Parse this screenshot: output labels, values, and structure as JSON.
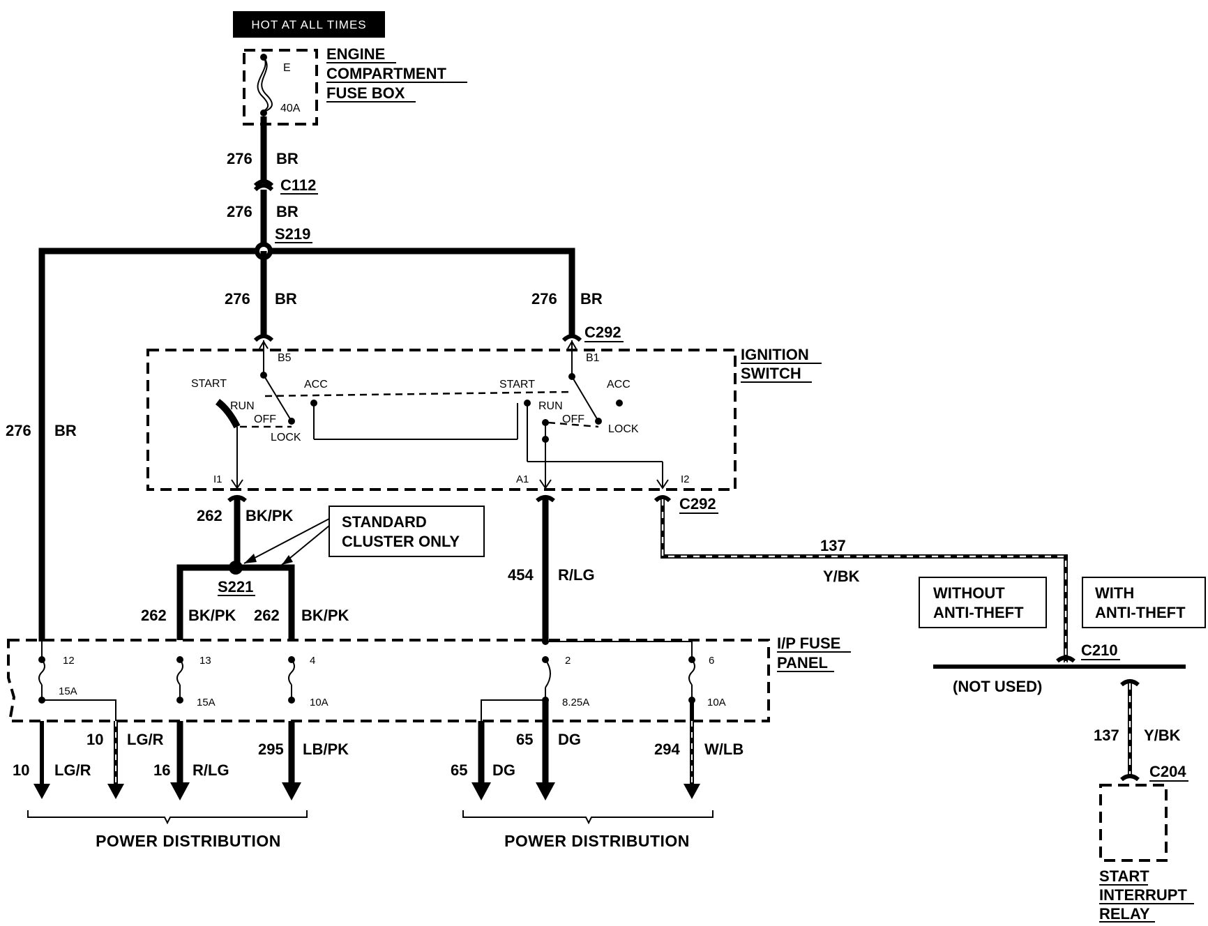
{
  "header": {
    "hot_label": "HOT AT ALL TIMES"
  },
  "fuse_box": {
    "title_1": "ENGINE",
    "title_2": "COMPARTMENT",
    "title_3": "FUSE BOX",
    "fuse_id": "E",
    "fuse_rating": "40A"
  },
  "wires": {
    "top_1": {
      "circuit": "276",
      "color": "BR"
    },
    "top_2": {
      "circuit": "276",
      "color": "BR"
    },
    "left_branch": {
      "circuit": "276",
      "color": "BR"
    },
    "mid_branch": {
      "circuit": "276",
      "color": "BR"
    },
    "right_branch": {
      "circuit": "276",
      "color": "BR"
    },
    "i1_out": {
      "circuit": "262",
      "color": "BK/PK"
    },
    "s221_left": {
      "circuit": "262",
      "color": "BK/PK"
    },
    "s221_right": {
      "circuit": "262",
      "color": "BK/PK"
    },
    "a1_out": {
      "circuit": "454",
      "color": "R/LG"
    },
    "anti_theft": {
      "circuit": "137",
      "color": "Y/BK"
    },
    "relay_feed": {
      "circuit": "137",
      "color": "Y/BK"
    }
  },
  "connectors": {
    "c112": "C112",
    "s219": "S219",
    "c292_top": "C292",
    "c292_bottom": "C292",
    "s221": "S221",
    "c210": "C210",
    "c204": "C204"
  },
  "ignition_switch": {
    "title_1": "IGNITION",
    "title_2": "SWITCH",
    "left": {
      "pin_top": "B5",
      "start": "START",
      "acc": "ACC",
      "run": "RUN",
      "off": "OFF",
      "lock": "LOCK",
      "pin_out": "I1"
    },
    "right": {
      "pin_top": "B1",
      "start": "START",
      "acc": "ACC",
      "run": "RUN",
      "off": "OFF",
      "lock": "LOCK",
      "pin_out": "A1",
      "pin_out2": "I2"
    }
  },
  "callouts": {
    "standard_1": "STANDARD",
    "standard_2": "CLUSTER ONLY",
    "without_1": "WITHOUT",
    "without_2": "ANTI-THEFT",
    "with_1": "WITH",
    "with_2": "ANTI-THEFT",
    "not_used": "(NOT USED)"
  },
  "ip_fuse_panel": {
    "title_1": "I/P FUSE",
    "title_2": "PANEL",
    "fuses": [
      {
        "number": "12",
        "rating": "15A"
      },
      {
        "number": "13",
        "rating": "15A"
      },
      {
        "number": "4",
        "rating": "10A"
      },
      {
        "number": "2",
        "rating": "8.25A"
      },
      {
        "number": "6",
        "rating": "10A"
      }
    ]
  },
  "outputs": [
    {
      "circuit": "10",
      "color": "LG/R"
    },
    {
      "circuit": "10",
      "color": "LG/R"
    },
    {
      "circuit": "16",
      "color": "R/LG"
    },
    {
      "circuit": "295",
      "color": "LB/PK"
    },
    {
      "circuit": "65",
      "color": "DG"
    },
    {
      "circuit": "65",
      "color": "DG"
    },
    {
      "circuit": "294",
      "color": "W/LB"
    }
  ],
  "groups": {
    "power_left": "POWER DISTRIBUTION",
    "power_right": "POWER DISTRIBUTION"
  },
  "relay": {
    "title_1": "START",
    "title_2": "INTERRUPT",
    "title_3": "RELAY"
  }
}
